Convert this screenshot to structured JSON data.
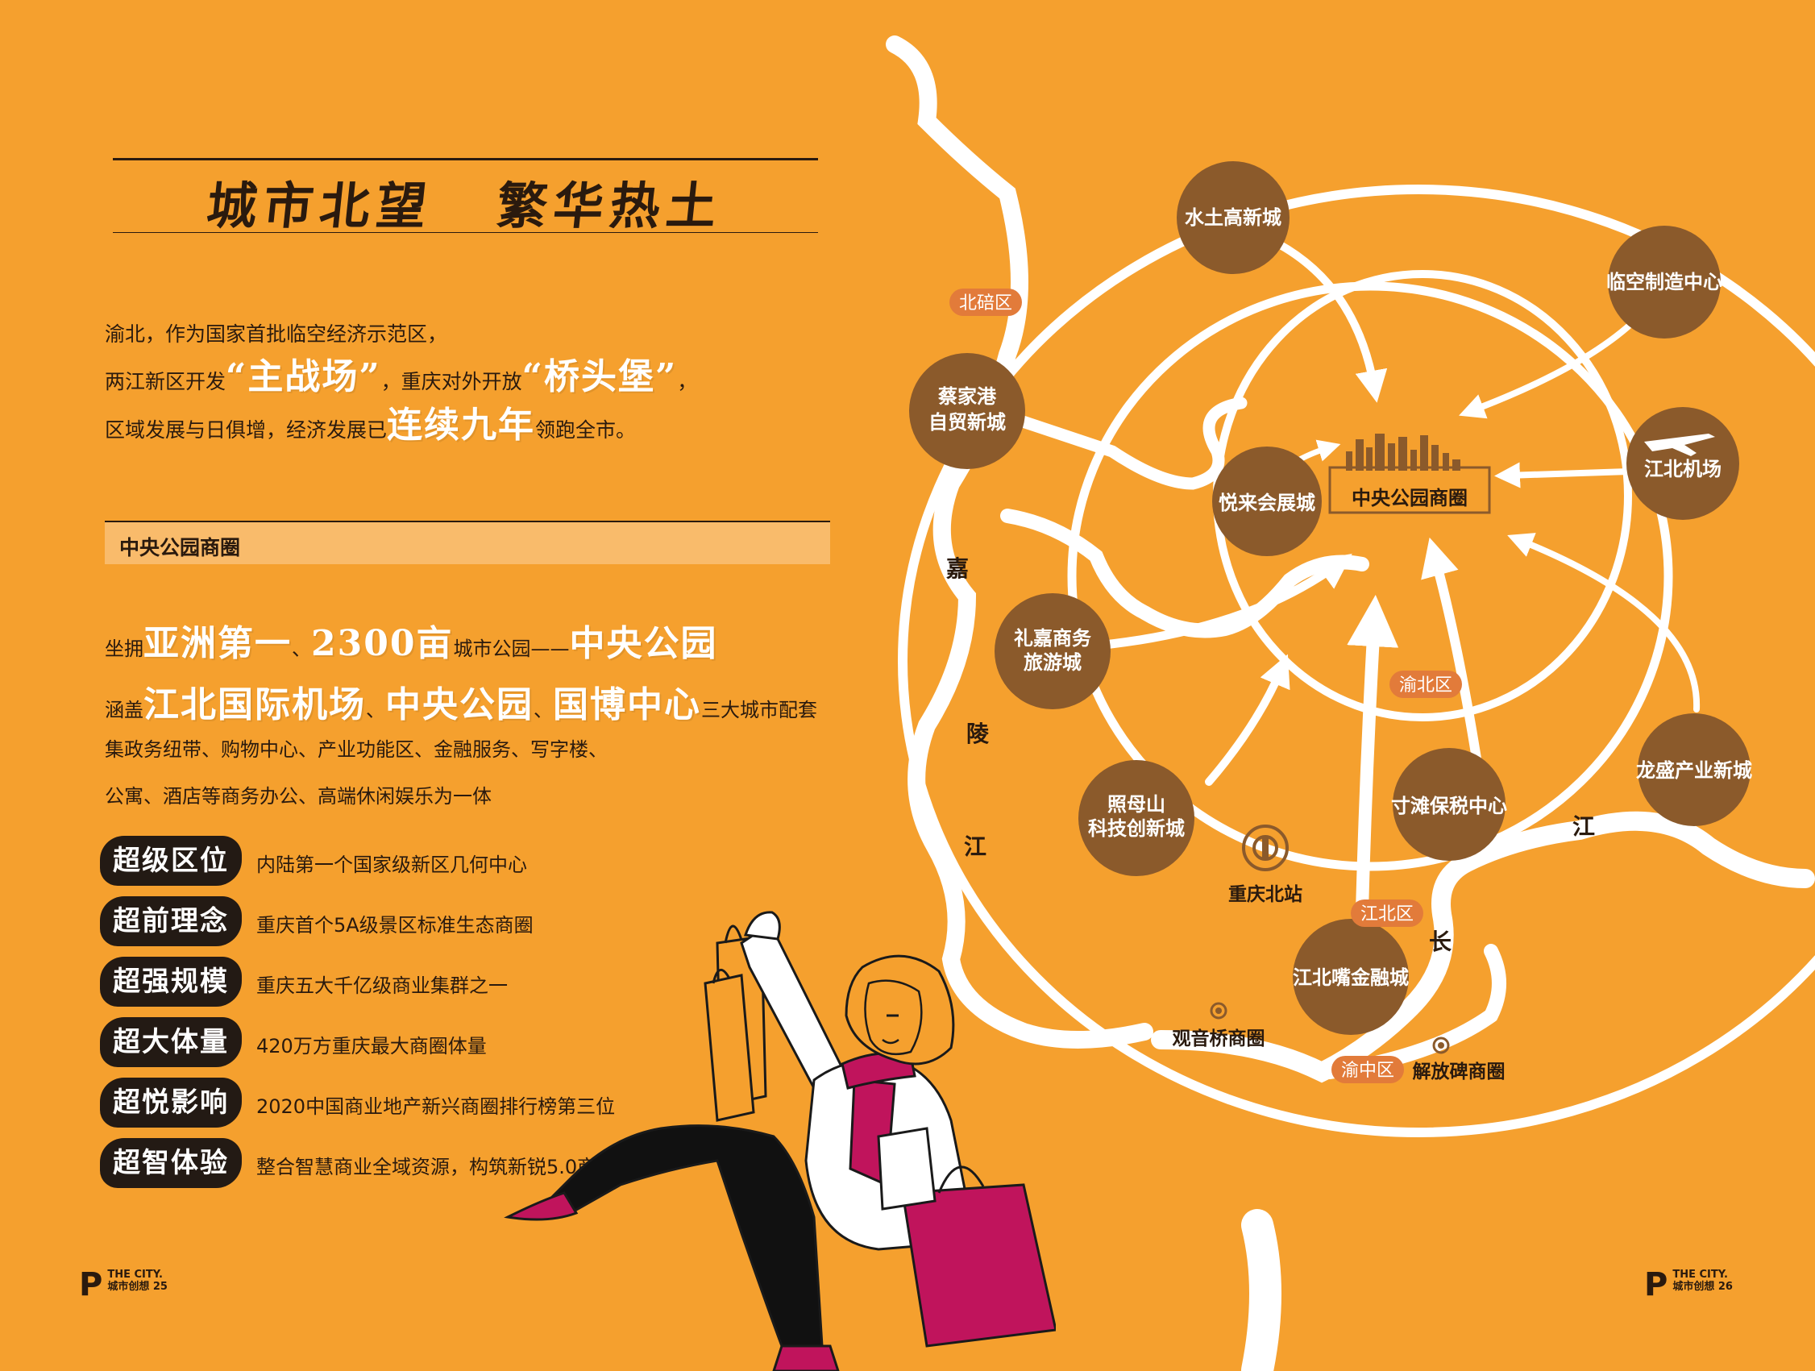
{
  "title": {
    "left": "城市北望",
    "right": "繁华热土"
  },
  "intro": {
    "line1": "渝北，作为国家首批临空经济示范区，",
    "line2_a": "两江新区开发",
    "line2_hl1": "“主战场”",
    "line2_b": "，重庆对外开放",
    "line2_hl2": "“桥头堡”",
    "line2_c": "，",
    "line3_a": "区域发展与日俱增，经济发展已",
    "line3_hl": "连续九年",
    "line3_b": "领跑全市。"
  },
  "section": {
    "title": "中央公园商圈"
  },
  "body": {
    "row1_a": "坐拥",
    "row1_hl1": "亚洲第一",
    "row1_b": "、",
    "row1_hl2": "2300亩",
    "row1_c": "城市公园——",
    "row1_hl3": "中央公园",
    "row2_a": "涵盖",
    "row2_hl1": "江北国际机场",
    "row2_b": "、",
    "row2_hl2": "中央公园",
    "row2_c": "、",
    "row2_hl3": "国博中心",
    "row2_d": "三大城市配套",
    "row3": "集政务纽带、购物中心、产业功能区、金融服务、写字楼、",
    "row4": "公寓、酒店等商务办公、高端休闲娱乐为一体"
  },
  "supers": [
    {
      "label": "超级区位",
      "desc": "内陆第一个国家级新区几何中心"
    },
    {
      "label": "超前理念",
      "desc": "重庆首个5A级景区标准生态商圈"
    },
    {
      "label": "超强规模",
      "desc": "重庆五大千亿级商业集群之一"
    },
    {
      "label": "超大体量",
      "desc": "420万方重庆最大商圈体量"
    },
    {
      "label": "超悦影响",
      "desc": "2020中国商业地产新兴商圈排行榜第三位"
    },
    {
      "label": "超智体验",
      "desc": "整合智慧商业全域资源，构筑新锐5.0商圈"
    }
  ],
  "footer": {
    "left": {
      "logo": "P",
      "brand": "THE CITY.",
      "sub": "城市创想",
      "page": "25"
    },
    "right": {
      "logo": "P",
      "brand": "THE CITY.",
      "sub": "城市创想",
      "page": "26"
    }
  },
  "map": {
    "center_label": "中央公园商圈",
    "nodes": [
      {
        "label": "水土高新城"
      },
      {
        "label": "临空制造中心"
      },
      {
        "label": "蔡家港",
        "label2": "自贸新城"
      },
      {
        "label": "江北机场"
      },
      {
        "label": "悦来会展城"
      },
      {
        "label": "礼嘉商务",
        "label2": "旅游城"
      },
      {
        "label": "龙盛产业新城"
      },
      {
        "label": "照母山",
        "label2": "科技创新城"
      },
      {
        "label": "寸滩保税中心"
      },
      {
        "label": "江北嘴金融城"
      }
    ],
    "districts": [
      "北碚区",
      "渝北区",
      "江北区",
      "渝中区"
    ],
    "rivers": {
      "jialing": [
        "嘉",
        "陵",
        "江"
      ],
      "changjiang": [
        "江",
        "长"
      ]
    },
    "pois": [
      "重庆北站",
      "观音桥商圈",
      "解放碑商圈"
    ],
    "colors": {
      "node": "#8B5A2B",
      "tag": "#E27B3A",
      "road": "#ffffff"
    }
  }
}
